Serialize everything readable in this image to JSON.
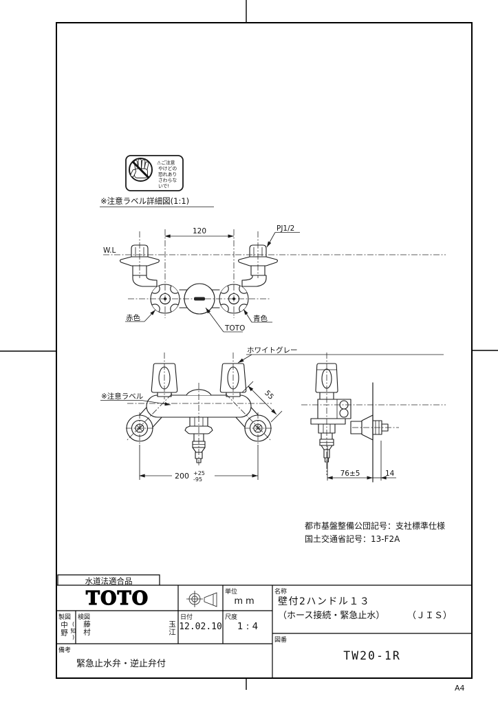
{
  "page": {
    "size_label": "A4"
  },
  "warning_detail": {
    "caption": "※注意ラベル詳細図(1:1)",
    "label_lines": [
      "⚠ご注意",
      "やけどの",
      "恐れあり",
      "さわらな",
      "いで!"
    ]
  },
  "top_view": {
    "wall_line_label": "W.L",
    "dim_pitch": "120",
    "thread_label": "PJ1/2",
    "hot_label": "赤色",
    "cold_label": "青色",
    "brand_mark_label": "TOTO"
  },
  "front_view": {
    "color_label": "ホワイトグレー",
    "caution_label": "※注意ラベル",
    "dim_diagonal": "55",
    "dim_pitch": "200",
    "dim_pitch_tol_plus": "+25",
    "dim_pitch_tol_minus": "-95"
  },
  "side_view": {
    "dim_depth": "76±5",
    "dim_wall": "14"
  },
  "notes": {
    "lines": [
      "都市基盤整備公団記号：支社標準仕様",
      "国土交通省記号：13-F2A"
    ]
  },
  "title_block": {
    "certification": "水道法適合品",
    "brand": "TOTO",
    "unit_label": "単位",
    "unit_value": "mm",
    "date_label": "日付",
    "date_value": "12.02.10",
    "scale_label": "尺度",
    "scale_value": "1 : 4",
    "drafter_label": "製図",
    "drafter_name": "中野",
    "drafter_name_sub": "(知)",
    "checker_label": "検図",
    "checker_name1": "藤村",
    "checker_name2": "玉江",
    "remarks_label": "備考",
    "remarks_value": "緊急止水弁・逆止弁付",
    "name_label": "名称",
    "product_name_line1": "壁付2ハンドル１３",
    "product_name_line2": "（ホース接続・緊急止水）",
    "product_name_std": "（ＪＩＳ）",
    "number_label": "図番",
    "number_value": "TW20-1R"
  }
}
